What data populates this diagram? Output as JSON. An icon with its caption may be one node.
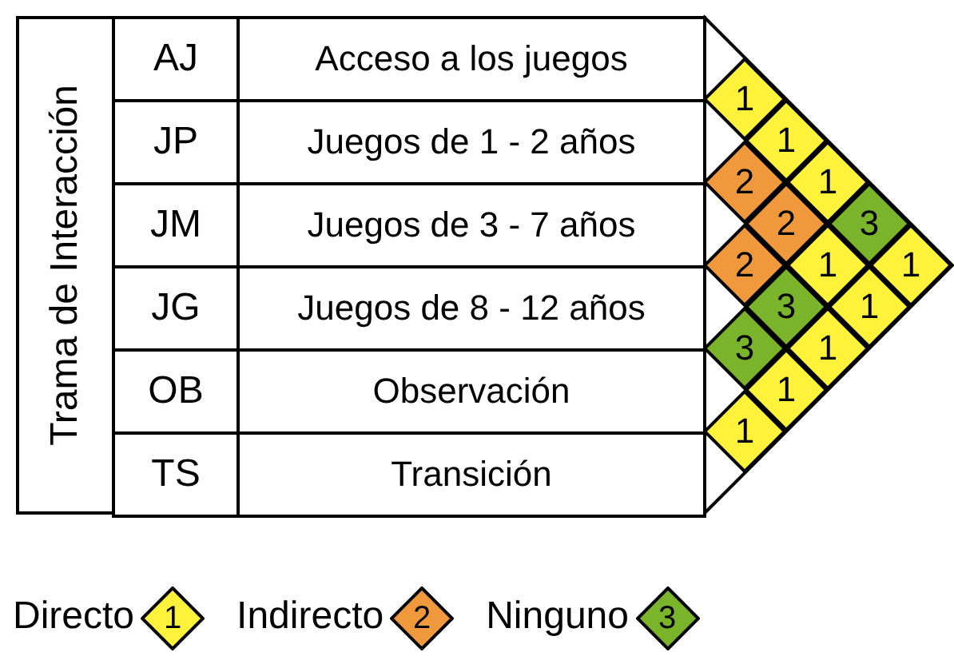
{
  "diagram": {
    "nodes": [
      {
        "text": [
          "Trama de Interacción"
        ]
      },
      {
        "text": [
          "AJ"
        ]
      },
      {
        "text": [
          "Acceso a los juegos"
        ]
      },
      {
        "text": [
          "JP"
        ]
      },
      {
        "text": [
          "Juegos de 1 - 2 años"
        ]
      },
      {
        "text": [
          "JM"
        ]
      },
      {
        "text": [
          "Juegos de 3 - 7 años"
        ]
      },
      {
        "text": [
          "JG"
        ]
      },
      {
        "text": [
          "Juegos de 8 - 12 años"
        ]
      },
      {
        "text": [
          "OB"
        ]
      },
      {
        "text": [
          "Observación"
        ]
      },
      {
        "text": [
          "TS"
        ]
      },
      {
        "text": [
          "Transición"
        ]
      },
      {
        "text": [
          "1"
        ]
      },
      {
        "text": [
          "1"
        ]
      },
      {
        "text": [
          "1"
        ]
      },
      {
        "text": [
          "2"
        ]
      },
      {
        "text": [
          "2"
        ]
      },
      {
        "text": [
          "3"
        ]
      },
      {
        "text": [
          "2"
        ]
      },
      {
        "text": [
          "1"
        ]
      },
      {
        "text": [
          "1"
        ]
      },
      {
        "text": [
          "3"
        ]
      },
      {
        "text": [
          "1"
        ]
      },
      {
        "text": [
          "3"
        ]
      },
      {
        "text": [
          "1"
        ]
      },
      {
        "text": [
          "1"
        ]
      },
      {
        "text": [
          "1"
        ]
      }
    ],
    "edges": [],
    "labels": [
      "1",
      "2",
      "3"
    ],
    "legend": [
      {
        "text": "Directo",
        "color": "#fff23a"
      },
      {
        "text": "Indirecto",
        "color": "#f0993c"
      },
      {
        "text": "Ninguno",
        "color": "#79b42a"
      }
    ]
  }
}
